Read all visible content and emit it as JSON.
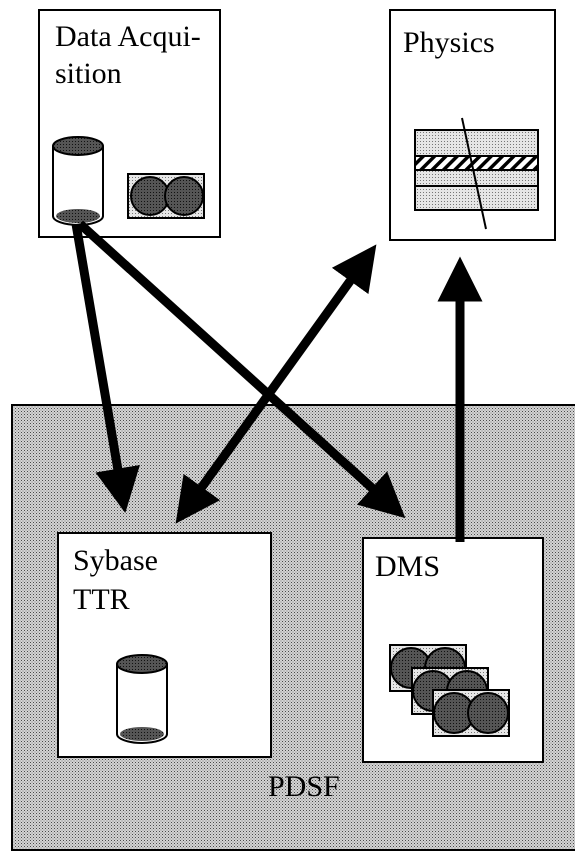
{
  "nodes": {
    "data_acquisition": {
      "label_line1": "Data Acqui-",
      "label_line2": "sition"
    },
    "physics": {
      "label": "Physics"
    },
    "sybase": {
      "label_line1": "Sybase",
      "label_line2": "TTR"
    },
    "dms": {
      "label": "DMS"
    }
  },
  "region": {
    "label": "PDSF"
  }
}
